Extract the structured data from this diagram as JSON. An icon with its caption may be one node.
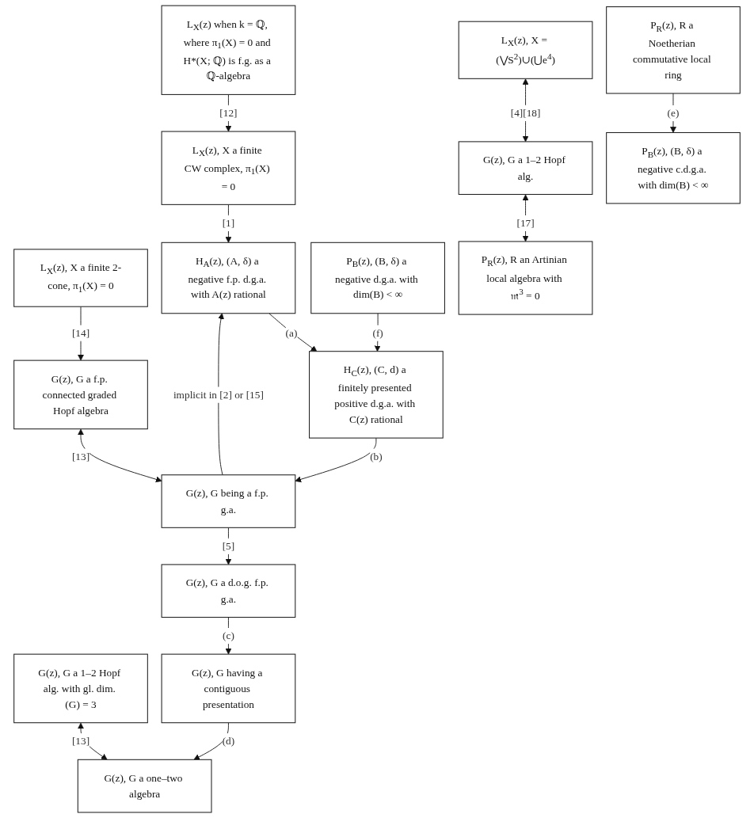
{
  "diagram": {
    "nodes": [
      {
        "text": [
          "L$_{X}$(z) when k = ℚ, where π$_{1}$(X) = 0 and H*(X; ℚ) is f.g. as a ℚ-algebra"
        ]
      },
      {
        "text": [
          "L$_{X}$(z), X a finite CW complex, π$_{1}$(X) = 0"
        ]
      },
      {
        "text": [
          "L$_{X}$(z), X a finite 2-cone, π$_{1}$(X) = 0"
        ]
      },
      {
        "text": [
          "L$_{X}$(z), X = (⋁S$^{2}$)∪(⋃e$^{4}$)"
        ]
      },
      {
        "text": [
          "H$_{A}$(z), (A, δ) a negative f.p. d.g.a. with A(z) rational"
        ]
      },
      {
        "text": [
          "G(z), G a f.p. connected graded Hopf algebra"
        ]
      },
      {
        "text": [
          "G(z), G a 1–2 Hopf alg."
        ]
      },
      {
        "text": [
          "G(z), G a 1–2 Hopf alg. with gl. dim. (G) = 3"
        ]
      },
      {
        "text": [
          "G(z), G being a f.p. g.a."
        ]
      },
      {
        "text": [
          "G(z), G a d.o.g. f.p. g.a."
        ]
      },
      {
        "text": [
          "G(z), G having a contiguous presentation"
        ]
      },
      {
        "text": [
          "G(z), G a one–two algebra"
        ]
      },
      {
        "text": [
          "H$_{C}$(z), (C, d) a finitely presented positive d.g.a. with C(z) rational"
        ]
      },
      {
        "text": [
          "P$_{B}$(z), (B, δ) a negative d.g.a. with dim(B) < ∞"
        ]
      },
      {
        "text": [
          "P$_{B}$(z), (B, δ) a negative c.d.g.a. with dim(B) < ∞"
        ]
      },
      {
        "text": [
          "P$_{R}$(z), R a Noetherian commutative local ring"
        ]
      },
      {
        "text": [
          "P$_{R}$(z), R an Artinian local algebra with 𝔪$^{3}$ = 0"
        ]
      }
    ],
    "edges": [
      {
        "from": 0,
        "to": 1,
        "arrow": "to",
        "label": "[12]"
      },
      {
        "from": 1,
        "to": 4,
        "arrow": "to",
        "label": "[1]"
      },
      {
        "from": 2,
        "to": 5,
        "arrow": "to",
        "label": "[14]"
      },
      {
        "from": 3,
        "to": 6,
        "arrow": "both",
        "label": "[4][18]"
      },
      {
        "from": 5,
        "to": 8,
        "arrow": "both",
        "label": "[13]"
      },
      {
        "from": 7,
        "to": 11,
        "arrow": "both",
        "label": "[13]"
      },
      {
        "from": 8,
        "to": 4,
        "arrow": "to",
        "label": "implicit in [2] or [15]"
      },
      {
        "from": 4,
        "to": 12,
        "arrow": "to",
        "label": "(a)"
      },
      {
        "from": 12,
        "to": 8,
        "arrow": "to",
        "label": "(b)"
      },
      {
        "from": 8,
        "to": 9,
        "arrow": "to",
        "label": "[5]"
      },
      {
        "from": 9,
        "to": 10,
        "arrow": "to",
        "label": "(c)"
      },
      {
        "from": 10,
        "to": 11,
        "arrow": "to",
        "label": "(d)"
      },
      {
        "from": 13,
        "to": 12,
        "arrow": "to",
        "label": "(f)"
      },
      {
        "from": 15,
        "to": 14,
        "arrow": "to",
        "label": "(e)"
      },
      {
        "from": 6,
        "to": 16,
        "arrow": "both",
        "label": "[17]"
      }
    ]
  }
}
